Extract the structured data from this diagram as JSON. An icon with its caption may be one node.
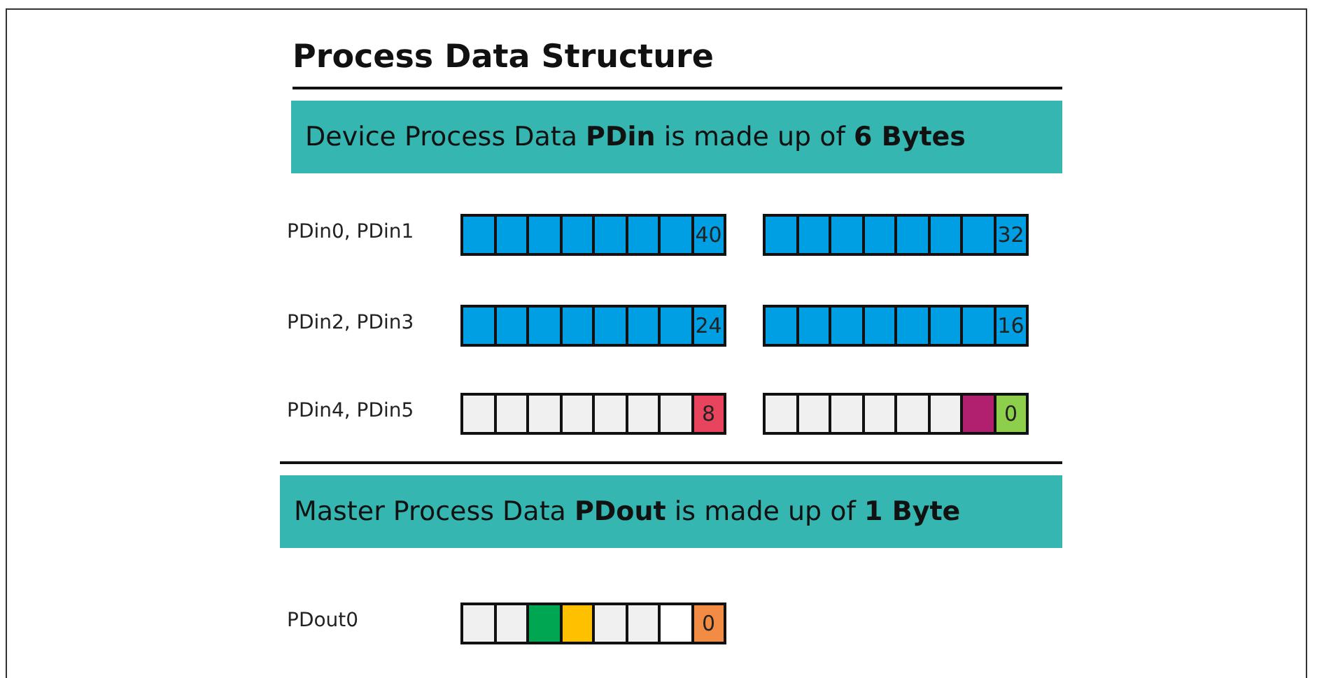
{
  "diagram": {
    "title": "Process Data Structure",
    "nodes": [
      {
        "text": [
          "Device Process Data **PDin** is made up of **6 Bytes**"
        ]
      },
      {
        "text": [],
        "shape": "bar"
      },
      {
        "text": [],
        "shape": "box",
        "in": 1
      },
      {
        "text": [],
        "shape": "box",
        "in": 1
      },
      {
        "text": [],
        "shape": "box",
        "in": 1
      },
      {
        "text": [],
        "shape": "box",
        "in": 1
      },
      {
        "text": [],
        "shape": "box",
        "in": 1
      },
      {
        "text": [],
        "shape": "box",
        "in": 1
      },
      {
        "text": [],
        "shape": "box",
        "in": 1
      },
      {
        "text": [
          "40"
        ],
        "in": 1
      },
      {
        "text": [],
        "shape": "bar"
      },
      {
        "text": [],
        "shape": "box",
        "in": 10
      },
      {
        "text": [],
        "shape": "box",
        "in": 10
      },
      {
        "text": [],
        "shape": "box",
        "in": 10
      },
      {
        "text": [],
        "shape": "box",
        "in": 10
      },
      {
        "text": [],
        "shape": "box",
        "in": 10
      },
      {
        "text": [],
        "shape": "box",
        "in": 10
      },
      {
        "text": [],
        "shape": "box",
        "in": 10
      },
      {
        "text": [
          "32"
        ],
        "in": 10
      },
      {
        "text": [],
        "shape": "bar"
      },
      {
        "text": [],
        "shape": "box",
        "in": 19
      },
      {
        "text": [],
        "shape": "box",
        "in": 19
      },
      {
        "text": [],
        "shape": "box",
        "in": 19
      },
      {
        "text": [],
        "shape": "box",
        "in": 19
      },
      {
        "text": [],
        "shape": "box",
        "in": 19
      },
      {
        "text": [],
        "shape": "box",
        "in": 19
      },
      {
        "text": [],
        "shape": "box",
        "in": 19
      },
      {
        "text": [
          "24"
        ],
        "in": 19
      },
      {
        "text": [],
        "shape": "bar"
      },
      {
        "text": [],
        "shape": "box",
        "in": 28
      },
      {
        "text": [],
        "shape": "box",
        "in": 28
      },
      {
        "text": [],
        "shape": "box",
        "in": 28
      },
      {
        "text": [],
        "shape": "box",
        "in": 28
      },
      {
        "text": [],
        "shape": "box",
        "in": 28
      },
      {
        "text": [],
        "shape": "box",
        "in": 28
      },
      {
        "text": [],
        "shape": "box",
        "in": 28
      },
      {
        "text": [
          "16"
        ],
        "in": 28
      },
      {
        "text": [],
        "shape": "bar"
      },
      {
        "text": [],
        "shape": "box",
        "in": 37
      },
      {
        "text": [],
        "shape": "box",
        "in": 37
      },
      {
        "text": [],
        "shape": "box",
        "in": 37
      },
      {
        "text": [],
        "shape": "box",
        "in": 37
      },
      {
        "text": [],
        "shape": "box",
        "in": 37
      },
      {
        "text": [],
        "shape": "box",
        "in": 37
      },
      {
        "text": [],
        "shape": "box",
        "in": 37
      },
      {
        "text": [
          "8"
        ],
        "in": 37
      },
      {
        "text": [],
        "shape": "bar"
      },
      {
        "text": [],
        "shape": "box",
        "in": 46
      },
      {
        "text": [],
        "shape": "box",
        "in": 46
      },
      {
        "text": [],
        "shape": "box",
        "in": 46
      },
      {
        "text": [],
        "shape": "box",
        "in": 46
      },
      {
        "text": [],
        "shape": "box",
        "in": 46
      },
      {
        "text": [],
        "shape": "box",
        "in": 46
      },
      {
        "text": [],
        "shape": "box",
        "in": 46
      },
      {
        "text": [
          "0"
        ],
        "in": 46
      },
      {
        "text": [
          "Master Process Data **PDout** is made up of **1 Byte**"
        ]
      },
      {
        "text": [],
        "shape": "bar"
      },
      {
        "text": [],
        "shape": "box",
        "in": 56
      },
      {
        "text": [],
        "shape": "box",
        "in": 56
      },
      {
        "text": [],
        "shape": "box",
        "in": 56
      },
      {
        "text": [],
        "shape": "box",
        "in": 56
      },
      {
        "text": [],
        "shape": "box",
        "in": 56
      },
      {
        "text": [],
        "shape": "box",
        "in": 56
      },
      {
        "text": [],
        "shape": "box",
        "in": 56
      },
      {
        "text": [
          "0"
        ],
        "in": 56
      }
    ],
    "edges": [],
    "labels": [
      "PDin0, PDin1",
      "PDin2, PDin3",
      "PDin4, PDin5",
      "PDout0"
    ]
  }
}
